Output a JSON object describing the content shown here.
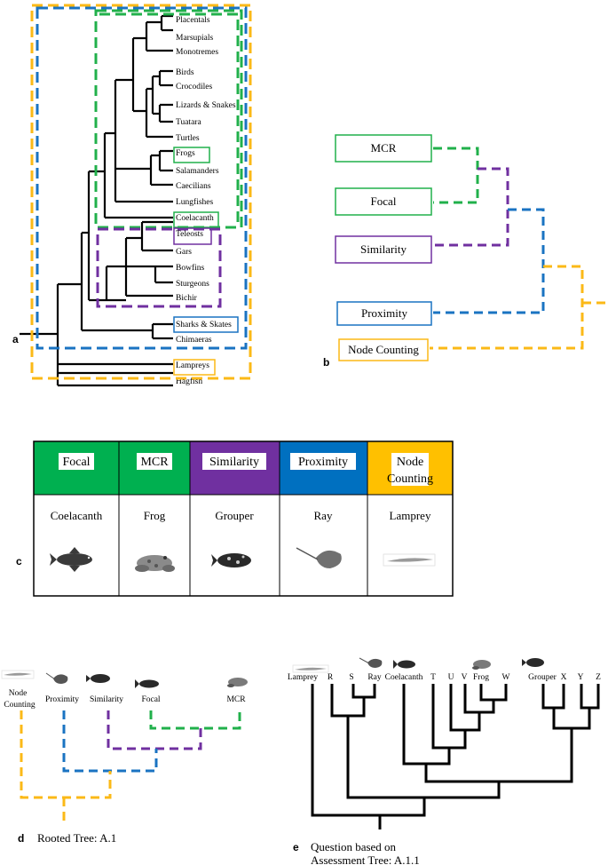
{
  "panel_a": {
    "label": "a",
    "taxa": [
      "Placentals",
      "Marsupials",
      "Monotremes",
      "Birds",
      "Crocodiles",
      "Lizards & Snakes",
      "Tuatara",
      "Turtles",
      "Frogs",
      "Salamanders",
      "Caecilians",
      "Lungfishes",
      "Coelacanth",
      "Teleosts",
      "Gars",
      "Bowfins",
      "Sturgeons",
      "Bichir",
      "Sharks & Skates",
      "Chimaeras",
      "Lampreys",
      "Hagfish"
    ]
  },
  "panel_b": {
    "label": "b",
    "boxes": [
      "MCR",
      "Focal",
      "Similarity",
      "Proximity",
      "Node Counting"
    ]
  },
  "panel_c": {
    "label": "c",
    "headers": [
      "Focal",
      "MCR",
      "Similarity",
      "Proximity",
      "Node Counting"
    ],
    "animals": [
      "Coelacanth",
      "Frog",
      "Grouper",
      "Ray",
      "Lamprey"
    ],
    "colors": {
      "focal": "#00b050",
      "mcr": "#00b050",
      "similarity": "#7030a0",
      "proximity": "#0070c0",
      "node_counting": "#ffc000"
    }
  },
  "panel_d": {
    "label": "d",
    "caption": "Rooted Tree:  A.1",
    "tips": [
      "Node",
      "Counting",
      "Proximity",
      "Similarity",
      "Focal",
      "MCR"
    ]
  },
  "panel_e": {
    "label": "e",
    "caption_line1": "Question based on",
    "caption_line2": "Assessment Tree: A.1.1",
    "tips": [
      "Lamprey",
      "R",
      "S",
      "Ray",
      "Coelacanth",
      "T",
      "U",
      "V",
      "Frog",
      "W",
      "Grouper",
      "X",
      "Y",
      "Z"
    ]
  }
}
